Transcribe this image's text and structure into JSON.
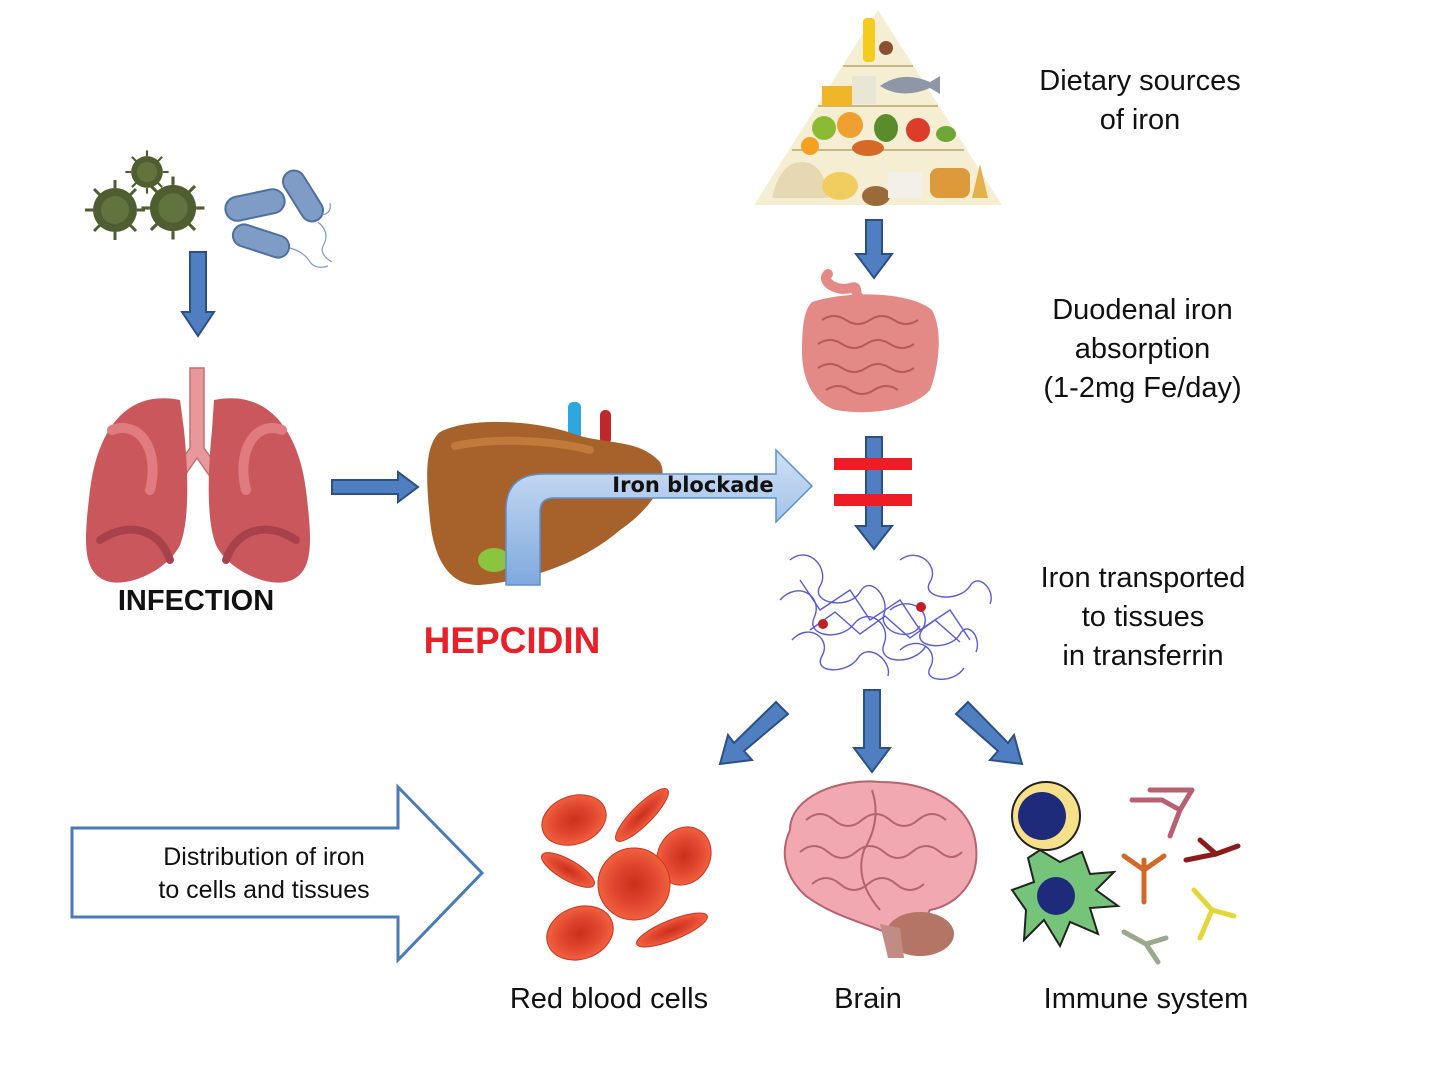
{
  "labels": {
    "dietary": [
      "Dietary sources",
      "of iron"
    ],
    "duodenal": [
      "Duodenal iron",
      "absorption",
      "(1-2mg Fe/day)"
    ],
    "transport": [
      "Iron transported",
      "to tissues",
      "in transferrin"
    ],
    "infection": "INFECTION",
    "hepcidin": "HEPCIDIN",
    "blockade": "Iron blockade",
    "distribution": [
      "Distribution of iron",
      "to cells and tissues"
    ],
    "red_blood_cells": "Red blood cells",
    "brain": "Brain",
    "immune": "Immune system"
  },
  "colors": {
    "arrow_fill": "#4f7fc0",
    "arrow_stroke": "#2c4f86",
    "block_bar": "#ee1c25",
    "hepcidin_text": "#e8202a",
    "lung": "#c9575c",
    "liver": "#a6622a",
    "intestine": "#e48a86",
    "transferrin": "#3a3fd0",
    "rbc": "#e04b33",
    "brain": "#f1a8b1",
    "pathogen": "#4e5e31",
    "bacteria": "#7e9cc6"
  },
  "icons": [
    "virus-icon",
    "bacteria-icon",
    "lungs-icon",
    "liver-icon",
    "food-pyramid-icon",
    "intestine-icon",
    "transferrin-protein-icon",
    "red-blood-cells-icon",
    "brain-icon",
    "immune-cells-icon",
    "antibody-icon"
  ]
}
